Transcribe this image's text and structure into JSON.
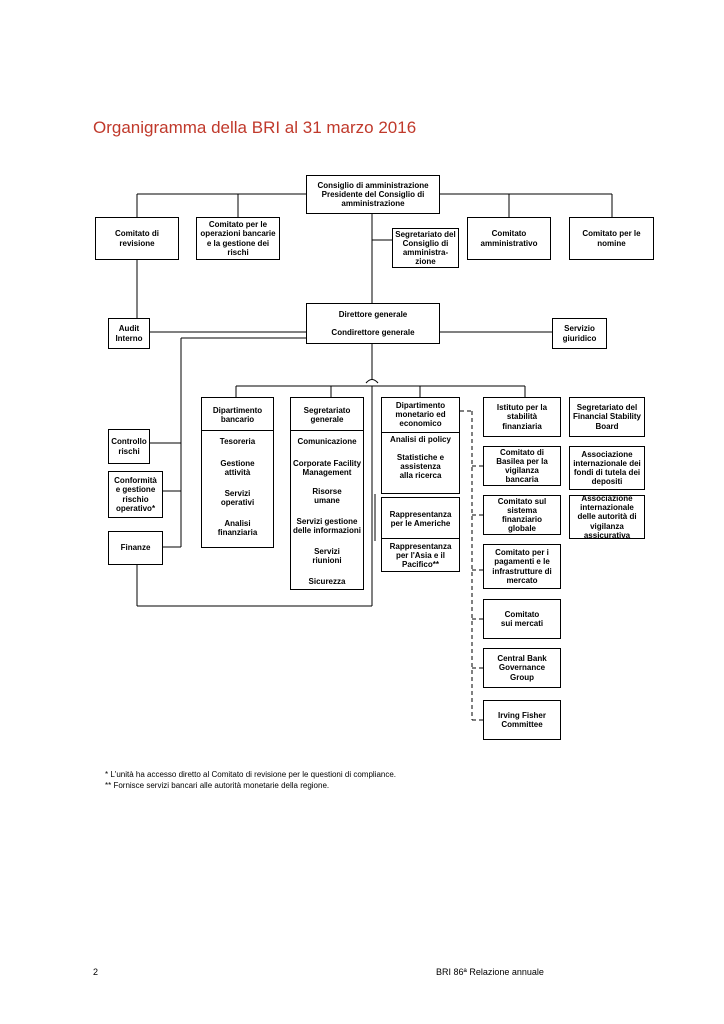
{
  "title": "Organigramma della BRI al 31 marzo 2016",
  "top": {
    "board_line1": "Consiglio di amministrazione",
    "board_line2": "Presidente del Consiglio di amministrazione"
  },
  "committees": {
    "revisione": "Comitato di revisione",
    "rischi": "Comitato per le operazioni bancarie e la gestione dei rischi",
    "segretariato_consiglio": "Segretariato del Consiglio di amministra-zione",
    "amministrativo": "Comitato amministrativo",
    "nomine": "Comitato per le nomine"
  },
  "management": {
    "line1": "Direttore generale",
    "line2": "Condirettore generale",
    "audit": "Audit Interno",
    "legal": "Servizio giuridico"
  },
  "left_units": {
    "controllo_rischi": "Controllo rischi",
    "conformita": "Conformità e gestione rischio operativo*",
    "finanze": "Finanze"
  },
  "dipartimento_bancario": {
    "header": "Dipartimento bancario",
    "items": [
      "Tesoreria",
      "Gestione attività",
      "Servizi operativi",
      "Analisi finanziaria"
    ]
  },
  "segretariato_generale": {
    "header": "Segretariato generale",
    "items": [
      "Comunicazione",
      "Corporate Facility Management",
      "Risorse umane",
      "Servizi gestione delle informazioni",
      "Servizi riunioni",
      "Sicurezza"
    ]
  },
  "dipartimento_monetario": {
    "header": "Dipartimento monetario ed economico",
    "items": [
      "Analisi di policy",
      "Statistiche e assistenza alla ricerca"
    ],
    "rep_americhe": "Rappresentanza per le Americhe",
    "rep_asia": "Rappresentanza per l'Asia e il Pacifico**"
  },
  "fsi": {
    "istituto": "Istituto per la stabilità finanziaria",
    "basilea": "Comitato di Basilea per la vigilanza bancaria",
    "sistema": "Comitato sul sistema finanziario globale",
    "pagamenti": "Comitato per i pagamenti e le infrastrutture di mercato",
    "mercati": "Comitato sui mercati",
    "cbgg": "Central Bank Governance Group",
    "ifc": "Irving Fisher Committee"
  },
  "hosted": {
    "fsb": "Segretariato del Financial Stability Board",
    "iadi": "Associazione internazionale dei fondi di tutela dei depositi",
    "iais": "Associazione internazionale delle autorità di vigilanza assicurativa"
  },
  "notes": {
    "n1": "*  L'unità ha accesso diretto al Comitato di revisione per le questioni di compliance.",
    "n2": "** Fornisce servizi bancari alle autorità monetarie della regione."
  },
  "footer": {
    "page": "2",
    "publication": "BRI  86ª Relazione annuale"
  }
}
